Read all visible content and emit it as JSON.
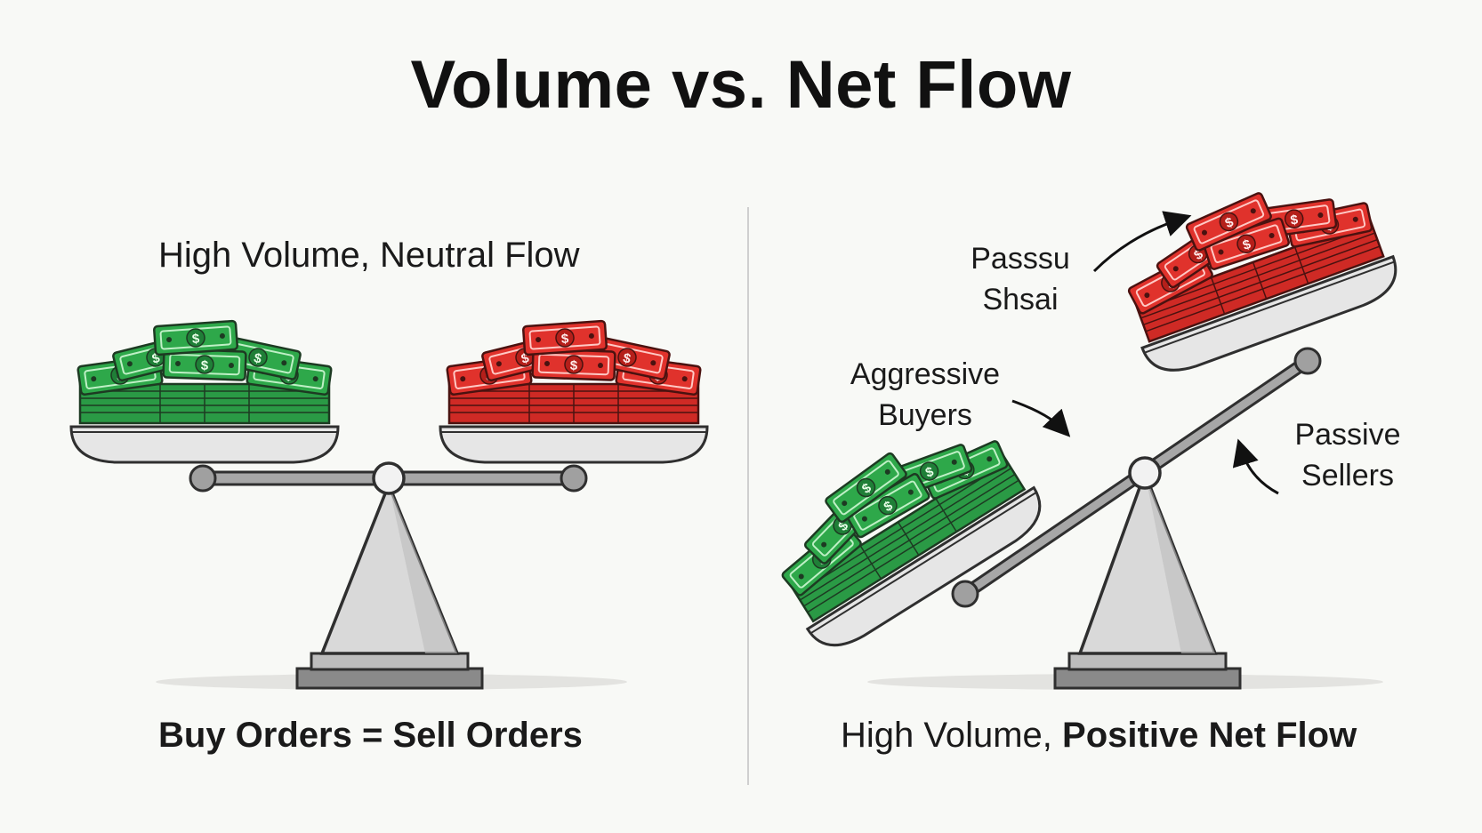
{
  "title": "Volume vs. Net Flow",
  "left_panel": {
    "label": "High Volume, Neutral Flow",
    "caption": "Buy Orders = Sell Orders"
  },
  "right_panel": {
    "caption_plain": "High Volume, ",
    "caption_bold": "Positive Net Flow",
    "annotations": {
      "top_line1": "Passsu",
      "top_line2": "Shsai",
      "buyers_line1": "Aggressive",
      "buyers_line2": "Buyers",
      "sellers_line1": "Passive",
      "sellers_line2": "Sellers"
    }
  },
  "colors": {
    "buy_green": "#2ea84a",
    "sell_red": "#e0322c",
    "scale_gray": "#d6d6d6",
    "outline": "#3a3a3a"
  },
  "icons": [
    "dollar-bill-icon",
    "balance-scale-icon",
    "arrow-icon"
  ]
}
